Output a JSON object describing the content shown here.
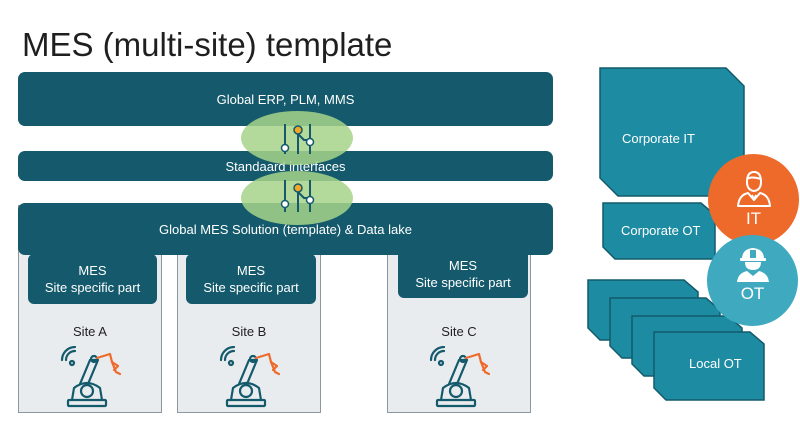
{
  "title": "MES (multi-site) template",
  "layers": {
    "erp": "Global ERP, PLM, MMS",
    "interfaces": "Standaard interfaces",
    "mes": "Global MES Solution (template) & Data lake"
  },
  "sites": [
    {
      "mes_line1": "MES",
      "mes_line2": "Site specific part",
      "label": "Site A"
    },
    {
      "mes_line1": "MES",
      "mes_line2": "Site specific part",
      "label": "Site B"
    },
    {
      "mes_line1": "MES",
      "mes_line2": "Site specific part",
      "label": "Site C"
    }
  ],
  "side": {
    "corporate_it": "Corporate IT",
    "corporate_ot": "Corporate OT",
    "local_ot": "Local OT"
  },
  "badges": {
    "it": "IT",
    "ot": "OT"
  },
  "colors": {
    "dark_teal": "#145a6c",
    "side_teal": "#1d8ca3",
    "connector_green": "#a6d48a",
    "it_orange": "#ee6a2b",
    "ot_blue": "#3fa9c0",
    "site_bg": "#e8ecee"
  },
  "icons": {
    "robot": "robot-arm-icon",
    "engineer": "engineer-icon",
    "worker": "worker-hardhat-icon"
  }
}
